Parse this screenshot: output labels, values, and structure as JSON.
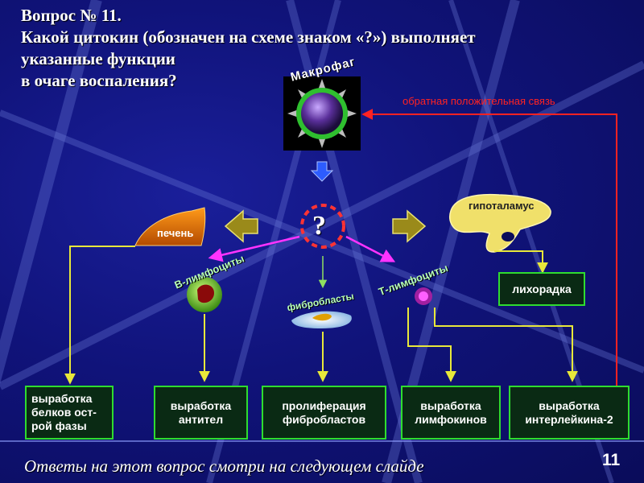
{
  "slide": {
    "title_lines": [
      "Вопрос № 11.",
      "Какой цитокин (обозначен на схеме знаком «?») выполняет",
      "указанные функции",
      "в очаге воспаления?"
    ],
    "footer": "Ответы на этот вопрос смотри на следующем слайде",
    "page_number": "11"
  },
  "diagram": {
    "macrophage_label": "Макрофаг",
    "question_mark": "?",
    "liver_label": "печень",
    "hypothalamus_label": "гипоталамус",
    "b_cells_label": "В-лимфоциты",
    "t_cells_label": "Т-лимфоциты",
    "fibroblasts_label": "фибробласты",
    "fever_label": "лихорадка",
    "feedback_label": "обратная положительная связь",
    "outputs": [
      "выработка\nбелков ост-\nрой фазы",
      "выработка\nантител",
      "пролиферация\nфибробластов",
      "выработка\nлимфокинов",
      "выработка\nинтерлейкина-2"
    ]
  },
  "colors": {
    "box_border": "#2fdc2f",
    "connector": "#e8e83a",
    "arrow_magenta": "#ff33ff",
    "feedback": "#ff2222"
  }
}
